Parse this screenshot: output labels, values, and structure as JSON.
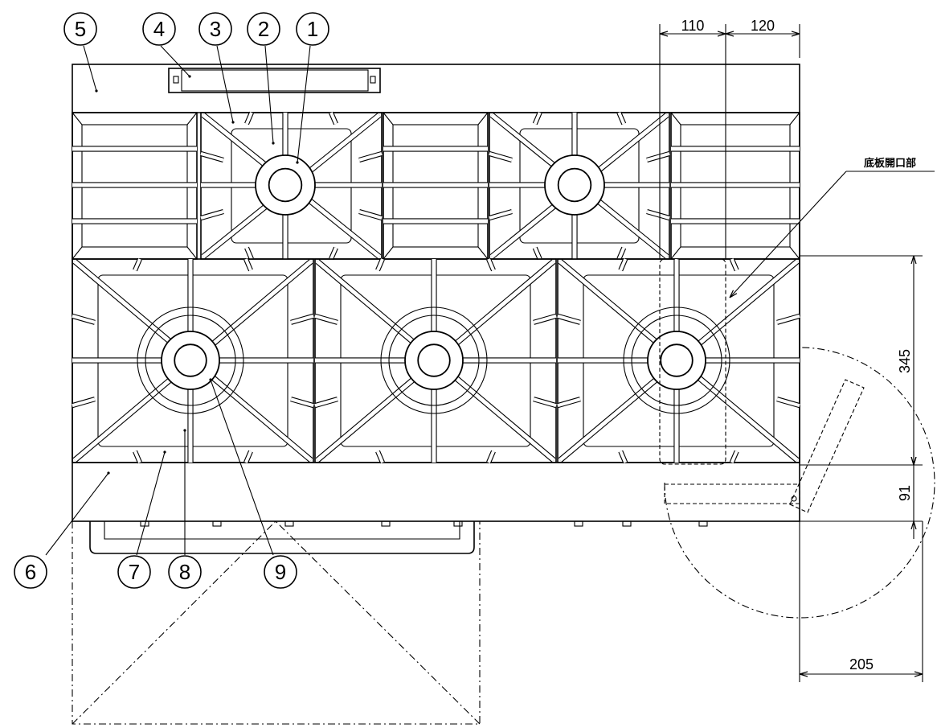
{
  "callouts": [
    "1",
    "2",
    "3",
    "4",
    "5",
    "6",
    "7",
    "8",
    "9"
  ],
  "dimensions": {
    "top_left": "110",
    "top_right": "120",
    "right_upper": "345",
    "right_lower": "91",
    "bottom": "205"
  },
  "annotation": "底板開口部"
}
